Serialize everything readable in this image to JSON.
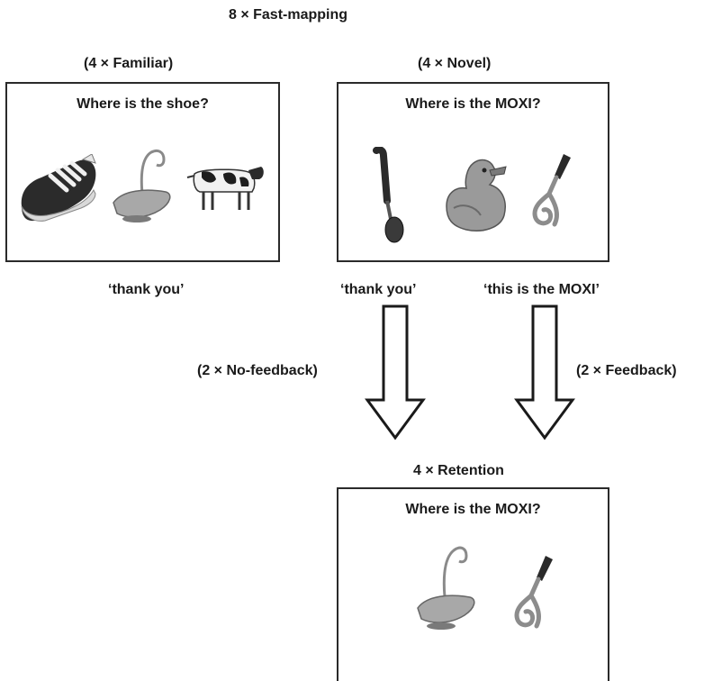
{
  "header": {
    "title": "8 × Fast-mapping"
  },
  "conditions": {
    "familiar": "(4 × Familiar)",
    "novel": "(4 × Novel)"
  },
  "panels": {
    "familiar": {
      "prompt": "Where is the shoe?",
      "objects": [
        "shoe",
        "bird-shaped object",
        "cow"
      ]
    },
    "novel": {
      "prompt": "Where is the MOXI?",
      "objects": [
        "spoon",
        "duck",
        "twisted novel object"
      ]
    },
    "retention": {
      "prompt": "Where is the MOXI?",
      "objects": [
        "bird-shaped object",
        "twisted novel object"
      ]
    }
  },
  "responses": {
    "familiar": "‘thank you’",
    "novel_nofeedback": "‘thank you’",
    "novel_feedback": "‘this is the MOXI’"
  },
  "branches": {
    "no_feedback": "(2 × No-feedback)",
    "feedback": "(2 × Feedback)"
  },
  "retention": {
    "title": "4 × Retention"
  }
}
